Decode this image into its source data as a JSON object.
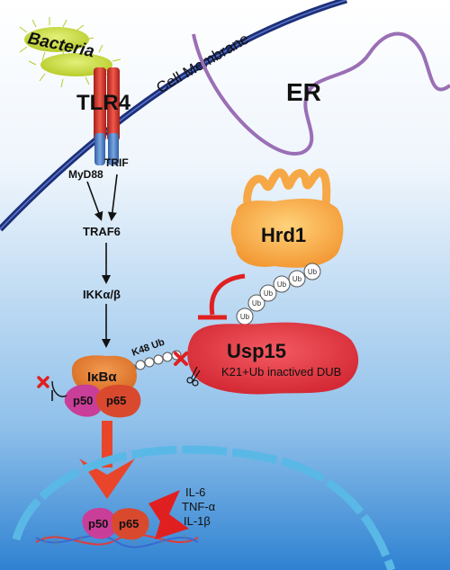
{
  "labels": {
    "bacteria": "Bacteria",
    "cell_membrane": "Cell Membrane",
    "er": "ER",
    "tlr4": "TLR4",
    "myd88": "MyD88",
    "trif": "TRIF",
    "traf6": "TRAF6",
    "ikk": "IKKα/β",
    "hrd1": "Hrd1",
    "usp15": "Usp15",
    "usp15_note": "K21+Ub inactived DUB",
    "k48_ub": "K48 Ub",
    "ub": "Ub",
    "ikba": "IκBα",
    "p50": "p50",
    "p65": "p65",
    "il6": "IL-6",
    "tnfa": "TNF-α",
    "il1b": "IL-1β"
  },
  "colors": {
    "background_top": "#ffffff",
    "background_bottom": "#2b7fd0",
    "membrane": "#1d2f7a",
    "er_membrane": "#9a6fb5",
    "bacteria": "#c9dc3c",
    "tlr4_red": "#d9322c",
    "tlr4_blue": "#4a7bc0",
    "hrd1": "#f6a846",
    "usp15": "#e3343f",
    "ikba": "#e07b30",
    "p50": "#c93e98",
    "p65": "#d9492e",
    "nucleus": "#5ab8e6",
    "inhibit": "#e02020"
  }
}
